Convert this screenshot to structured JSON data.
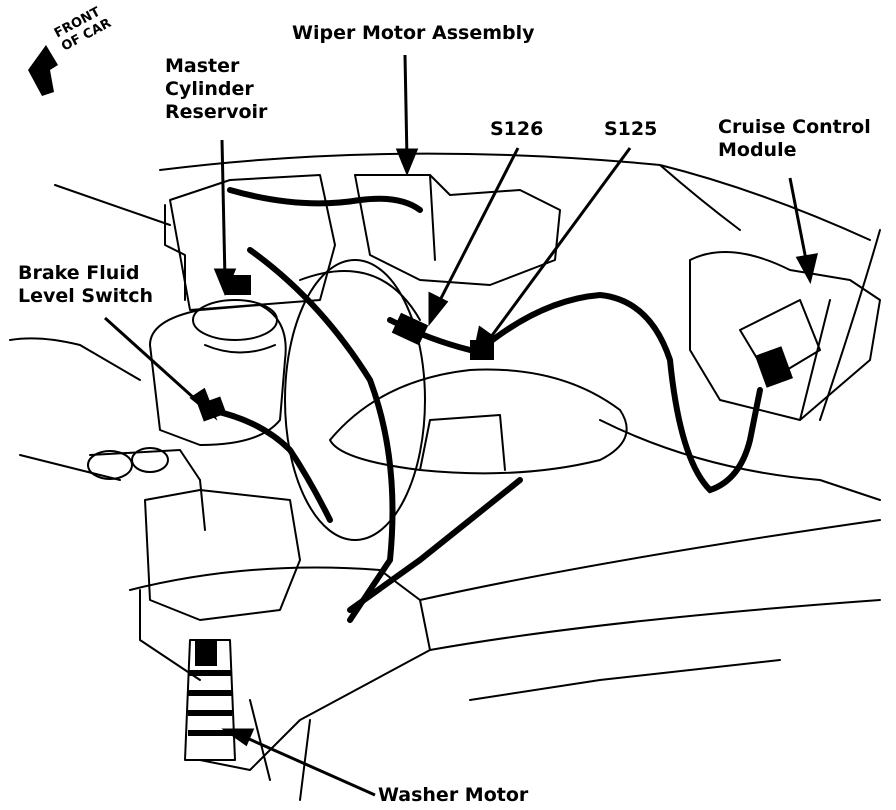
{
  "orientation": {
    "line1": "FRONT",
    "line2": "OF CAR"
  },
  "labels": {
    "wiper_motor": "Wiper Motor Assembly",
    "master_cylinder": [
      "Master",
      "Cylinder",
      "Reservoir"
    ],
    "s126": "S126",
    "s125": "S125",
    "cruise_control": [
      "Cruise Control",
      "Module"
    ],
    "brake_fluid_switch": [
      "Brake Fluid",
      "Level Switch"
    ],
    "washer_motor": "Washer Motor"
  }
}
